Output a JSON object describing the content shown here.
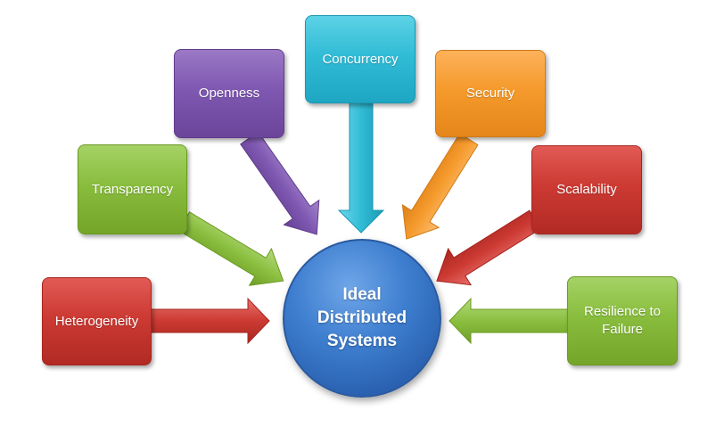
{
  "center": {
    "lines": [
      "Ideal",
      "Distributed",
      "Systems"
    ],
    "color": "#2e6cc0"
  },
  "boxes": [
    {
      "id": "heterogeneity",
      "lines": [
        "Heterogeneity"
      ],
      "color": "#c8332d"
    },
    {
      "id": "transparency",
      "lines": [
        "Transparency"
      ],
      "color": "#85b93a"
    },
    {
      "id": "openness",
      "lines": [
        "Openness"
      ],
      "color": "#7a52ad"
    },
    {
      "id": "concurrency",
      "lines": [
        "Concurrency"
      ],
      "color": "#2cb8d3"
    },
    {
      "id": "security",
      "lines": [
        "Security"
      ],
      "color": "#f39628"
    },
    {
      "id": "scalability",
      "lines": [
        "Scalability"
      ],
      "color": "#c8332d"
    },
    {
      "id": "resilience",
      "lines": [
        "Resilience to",
        "Failure"
      ],
      "color": "#85b93a"
    }
  ]
}
